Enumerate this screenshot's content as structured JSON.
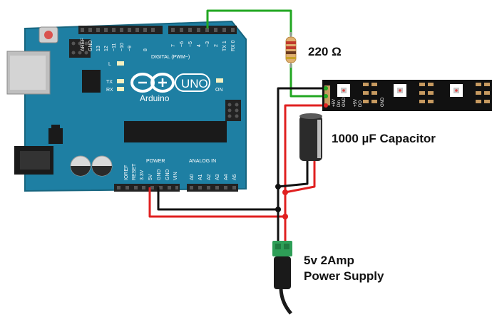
{
  "board": {
    "logo_text": "Arduino",
    "model_text": "UNO",
    "digital_header_label": "DIGITAL (PWM~)",
    "power_header_label": "POWER",
    "analog_header_label": "ANALOG IN",
    "on_led_label": "ON",
    "l_led_label": "L",
    "tx_label": "TX",
    "rx_label": "RX",
    "digital_pins": [
      "AREF",
      "GND",
      "13",
      "12",
      "~11",
      "~10",
      "~9",
      "8",
      "7",
      "~6",
      "~5",
      "4",
      "~3",
      "2",
      "TX 1",
      "RX 0"
    ],
    "power_pins": [
      "IOREF",
      "RESET",
      "3.3V",
      "5V",
      "GND",
      "GND",
      "VIN"
    ],
    "analog_pins": [
      "A0",
      "A1",
      "A2",
      "A3",
      "A4",
      "A5"
    ]
  },
  "strip": {
    "pad_labels": [
      "+5V",
      "Din",
      "GND"
    ],
    "out_pad_labels": [
      "+5V",
      "DO",
      "GND"
    ]
  },
  "labels": {
    "resistor": "220 Ω",
    "capacitor": "1000 µF Capacitor",
    "power_supply_line1": "5v 2Amp",
    "power_supply_line2": "Power Supply"
  },
  "colors": {
    "board": "#1e7fa3",
    "board_edge": "#17657f",
    "wire_data": "#22a722",
    "wire_power": "#e02020",
    "wire_ground": "#111111",
    "strip": "#111111",
    "connector": "#2e9e57"
  }
}
